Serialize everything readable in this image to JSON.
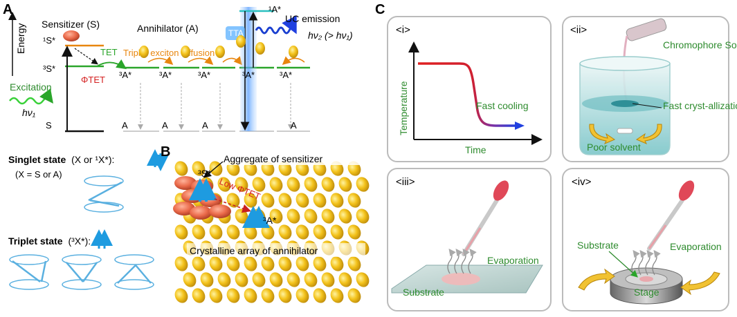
{
  "panels": {
    "a": {
      "letter": "A",
      "energy_label": "Energy",
      "sensitizer_label": "Sensitizer (S)",
      "annihilator_label": "Annihilator (A)",
      "s1_label": "¹S*",
      "s3_label": "³S*",
      "s0_label": "S",
      "tet_label": "TET",
      "phi_tet_label": "ΦTET",
      "diffusion_label": "Triplet exciton diffusion",
      "a3_label": "³A*",
      "a0_label": "A",
      "a1_label": "¹A*",
      "tta_label": "TTA",
      "uc_label": "UC emission",
      "uc_freq_label": "hν₂ (> hν₁)",
      "excitation_label": "Excitation",
      "excitation_freq_label": "hν₁",
      "singlet_title": "Singlet state",
      "singlet_rest": "(X or ¹X*):",
      "singlet_note": "(X = S or A)",
      "triplet_title": "Triplet state",
      "triplet_rest": "(³X*):"
    },
    "b": {
      "letter": "B",
      "aggregate_label": "Aggregate of sensitizer",
      "s3_label": "³S*",
      "low_phi_label": "Low ΦTET",
      "a3_label": "³A*",
      "crystalline_label": "Crystalline array of annihilator"
    },
    "c": {
      "letter": "C",
      "i": {
        "tag": "<i>",
        "ylabel": "Temperature",
        "xlabel": "Time",
        "curve_label": "Fast cooling"
      },
      "ii": {
        "tag": "<ii>",
        "solution_label": "Chromophore Solution",
        "cryst_label": "Fast cryst-allization",
        "solvent_label": "Poor solvent"
      },
      "iii": {
        "tag": "<iii>",
        "evap_label": "Evaporation",
        "substrate_label": "Substrate"
      },
      "iv": {
        "tag": "<iv>",
        "substrate_label": "Substrate",
        "evap_label": "Evaporation",
        "stage_label": "Stage"
      }
    }
  },
  "colors": {
    "green_text": "#2e8b2e",
    "orange_text": "#e8860e",
    "blue_arrow": "#1e9be0",
    "red_text": "#d42020"
  }
}
